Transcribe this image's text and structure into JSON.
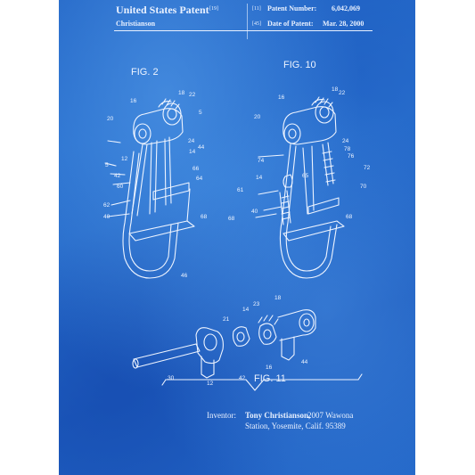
{
  "header": {
    "title": "United States Patent",
    "title_ref": "[19]",
    "inventor_surname": "Christianson",
    "patent_number_ref": "[11]",
    "patent_number_label": "Patent Number:",
    "patent_number": "6,042,069",
    "date_ref": "[45]",
    "date_label": "Date of Patent:",
    "date": "Mar. 28, 2000"
  },
  "figures": {
    "fig2": "FIG. 2",
    "fig10": "FIG. 10",
    "fig11": "FIG. 11"
  },
  "reference_numbers": {
    "fig2": [
      "18",
      "16",
      "22",
      "5",
      "20",
      "24",
      "44",
      "12",
      "14",
      "5",
      "66",
      "42",
      "64",
      "60",
      "62",
      "40",
      "68",
      "46"
    ],
    "fig10": [
      "18",
      "16",
      "22",
      "20",
      "24",
      "78",
      "76",
      "72",
      "74",
      "14",
      "65",
      "70",
      "61",
      "40",
      "68"
    ],
    "fig11": [
      "18",
      "23",
      "14",
      "21",
      "12",
      "42",
      "16",
      "44",
      "30"
    ]
  },
  "footer": {
    "inventor_label": "Inventor:",
    "inventor_name": "Tony Christianson,",
    "address_line1": "2007 Wawona",
    "address_line2": "Station, Yosemite, Calif. 95389"
  },
  "colors": {
    "paper_blue": "#2468c9",
    "line_white": "#eef4ff",
    "margin": "#ffffff"
  }
}
